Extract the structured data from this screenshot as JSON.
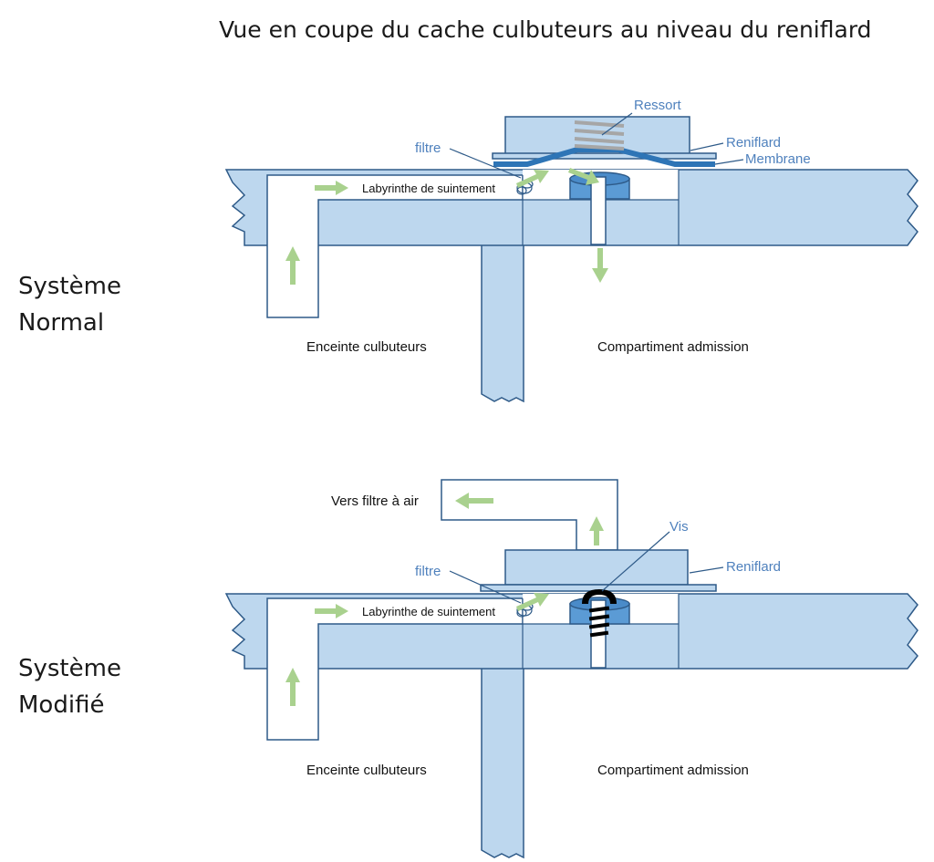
{
  "title": "Vue en coupe du cache culbuteurs au niveau du reniflard",
  "top": {
    "system_line1": "Système",
    "system_line2": "Normal",
    "labels": {
      "ressort": "Ressort",
      "reniflard": "Reniflard",
      "membrane": "Membrane",
      "filtre": "filtre",
      "labyrinthe": "Labyrinthe de suintement",
      "enceinte": "Enceinte culbuteurs",
      "compartiment": "Compartiment admission"
    }
  },
  "bottom": {
    "system_line1": "Système",
    "system_line2": "Modifié",
    "labels": {
      "vers_filtre": "Vers filtre à air",
      "vis": "Vis",
      "reniflard": "Reniflard",
      "filtre": "filtre",
      "labyrinthe": "Labyrinthe de suintement",
      "enceinte": "Enceinte culbuteurs",
      "compartiment": "Compartiment admission"
    }
  },
  "colors": {
    "wall_fill": "#bdd7ee",
    "outline": "#2e5a88",
    "accent_blue": "#5b9bd5",
    "label_blue": "#4f81bd",
    "flow_arrow": "#a9d18e",
    "spring": "#a6a6a6"
  }
}
